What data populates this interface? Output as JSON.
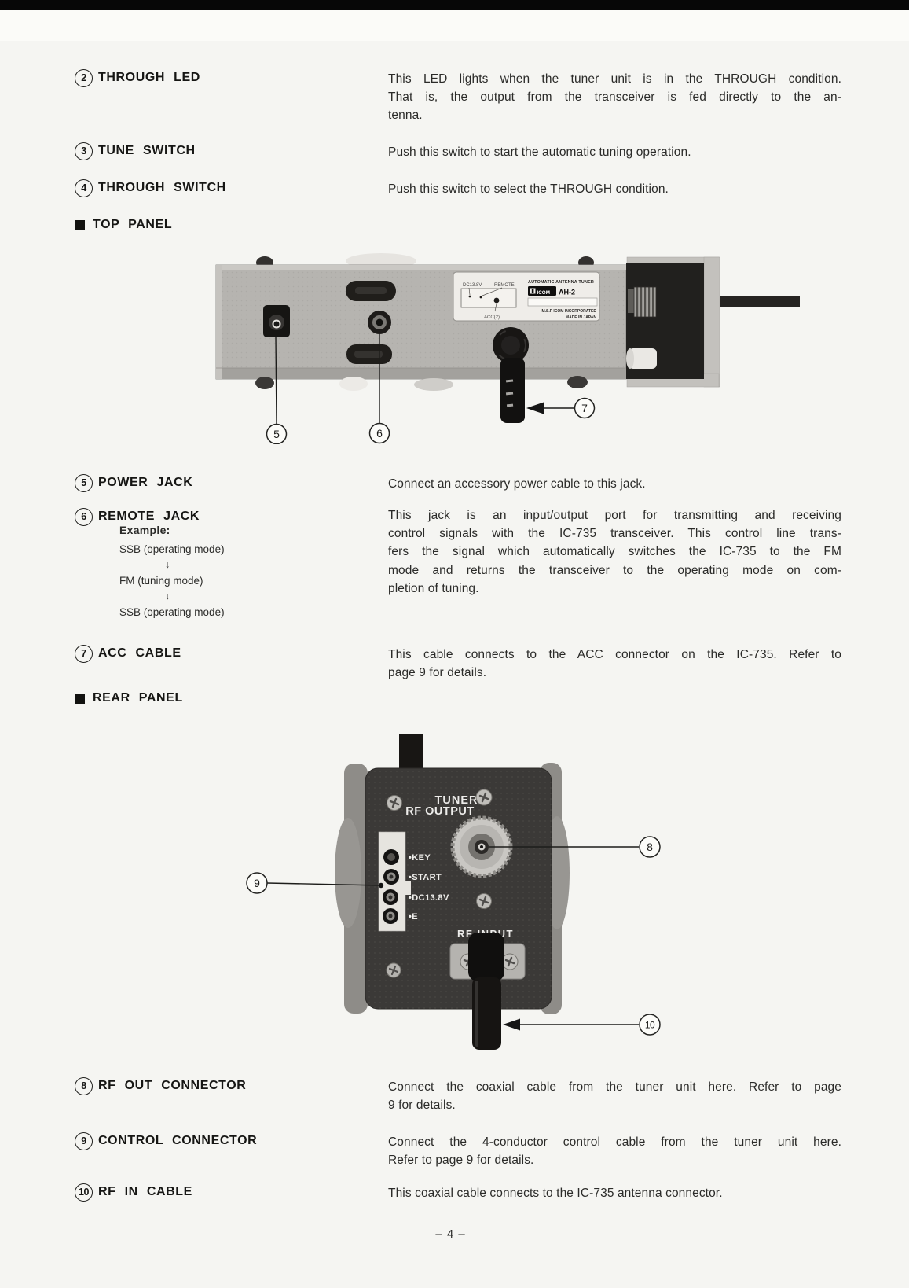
{
  "palette": {
    "page_bg": "#f5f5f2",
    "ink": "#1c1c1a",
    "chassis_gray": "#b6b4b0",
    "panel_dark": "#3b3937",
    "label_white": "#efede9"
  },
  "page": {
    "footer": "– 4 –"
  },
  "section_headers": {
    "top_panel": "TOP PANEL",
    "rear_panel": "REAR PANEL"
  },
  "items": [
    {
      "num": "2",
      "title": "THROUGH LED",
      "body": [
        "This LED lights when the tuner unit is in the THROUGH condition.",
        "That is, the output from the transceiver is fed directly to the an-",
        "tenna."
      ]
    },
    {
      "num": "3",
      "title": "TUNE SWITCH",
      "body": [
        "Push this switch to start the automatic tuning operation."
      ]
    },
    {
      "num": "4",
      "title": "THROUGH SWITCH",
      "body": [
        "Push this switch to select the THROUGH condition."
      ]
    },
    {
      "num": "5",
      "title": "POWER JACK",
      "body": [
        "Connect an accessory power cable to this jack."
      ]
    },
    {
      "num": "6",
      "title": "REMOTE JACK",
      "example": {
        "label": "Example:",
        "step1": "SSB (operating mode)",
        "arrow": "↓",
        "step2": "FM (tuning mode)",
        "step3": "SSB (operating mode)"
      },
      "body": [
        "This jack is an input/output port for transmitting and receiving",
        "control signals with the IC-735 transceiver.  This control line trans-",
        "fers the signal which automatically switches the IC-735 to the FM",
        "mode and returns the transceiver to the operating mode on com-",
        "pletion of tuning."
      ]
    },
    {
      "num": "7",
      "title": "ACC CABLE",
      "body": [
        "This cable connects to the ACC connector on the IC-735.  Refer to",
        "page 9 for details."
      ]
    },
    {
      "num": "8",
      "title": "RF OUT CONNECTOR",
      "body": [
        "Connect the coaxial cable from the tuner unit here.  Refer to page",
        "9 for details."
      ]
    },
    {
      "num": "9",
      "title": "CONTROL CONNECTOR",
      "body": [
        "Connect the 4-conductor control cable from the tuner unit here.",
        "Refer to page 9 for details."
      ]
    },
    {
      "num": "10",
      "title": "RF IN CABLE",
      "body": [
        "This coaxial cable connects to the IC-735 antenna connector."
      ]
    }
  ],
  "top_photo": {
    "label": {
      "dc": "DC13.8V",
      "remote": "REMOTE",
      "acc": "ACC(2)",
      "brand_line": "AUTOMATIC ANTENNA TUNER",
      "logo": "ICOM",
      "model": "AH-2",
      "maker": "M.S.P ICOM INCORPORATED",
      "origin": "MADE IN JAPAN"
    },
    "callouts": {
      "power": "5",
      "remote": "6",
      "acc": "7"
    }
  },
  "rear_photo": {
    "labels": {
      "tuner": "TUNER",
      "rf_output": "RF OUTPUT",
      "key": "•KEY",
      "start": "•START",
      "dc": "•DC13.8V",
      "e": "•E",
      "rf_input": "RF INPUT"
    },
    "callouts": {
      "rf_out": "8",
      "control": "9",
      "rf_in": "10"
    }
  }
}
